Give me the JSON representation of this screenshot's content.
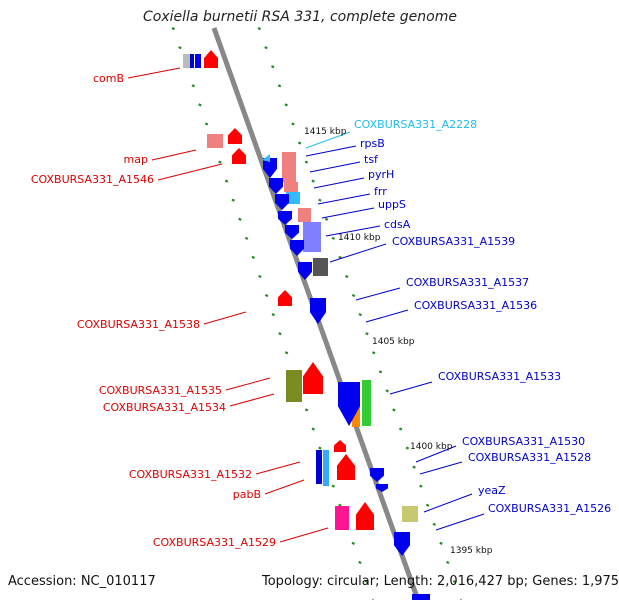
{
  "title": "Coxiella burnetii RSA 331, complete genome",
  "accession": "Accession: NC_010117",
  "topology": "Topology: circular; Length: 2,016,427 bp; Genes: 1,975",
  "colors": {
    "backbone": "#888888",
    "left_label": "#dd0000",
    "right_label": "#0000cc",
    "highlight_label": "#22bbee",
    "tick": "#228b22",
    "forward_red": "#ff0000",
    "reverse_blue": "#0000ee"
  },
  "kbp_marks": [
    "1415 kbp",
    "1410 kbp",
    "1405 kbp",
    "1400 kbp",
    "1395 kbp"
  ],
  "left_labels": [
    "comB",
    "map",
    "COXBURSA331_A1546",
    "COXBURSA331_A1538",
    "COXBURSA331_A1535",
    "COXBURSA331_A1534",
    "COXBURSA331_A1532",
    "pabB",
    "COXBURSA331_A1529"
  ],
  "right_labels": [
    "COXBURSA331_A2228",
    "rpsB",
    "tsf",
    "pyrH",
    "frr",
    "uppS",
    "cdsA",
    "COXBURSA331_A1539",
    "COXBURSA331_A1537",
    "COXBURSA331_A1536",
    "COXBURSA331_A1533",
    "COXBURSA331_A1530",
    "COXBURSA331_A1528",
    "yeaZ",
    "COXBURSA331_A1526"
  ]
}
